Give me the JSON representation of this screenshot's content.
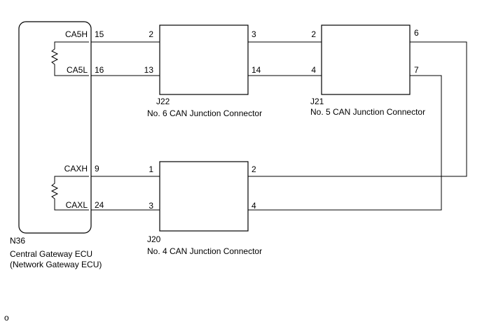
{
  "ecu": {
    "id": "N36",
    "name_line1": "Central Gateway ECU",
    "name_line2": "(Network Gateway ECU)",
    "pins": [
      {
        "name": "CA5H",
        "pin": "15"
      },
      {
        "name": "CA5L",
        "pin": "16"
      },
      {
        "name": "CAXH",
        "pin": "9"
      },
      {
        "name": "CAXL",
        "pin": "24"
      }
    ]
  },
  "connectors": [
    {
      "id": "J22",
      "name": "No. 6 CAN Junction Connector",
      "pins": [
        "2",
        "3",
        "13",
        "14"
      ]
    },
    {
      "id": "J21",
      "name": "No. 5 CAN Junction Connector",
      "pins": [
        "2",
        "6",
        "4",
        "7"
      ]
    },
    {
      "id": "J20",
      "name": "No. 4 CAN Junction Connector",
      "pins": [
        "1",
        "2",
        "3",
        "4"
      ]
    }
  ],
  "footer": {
    "mark": "o"
  }
}
